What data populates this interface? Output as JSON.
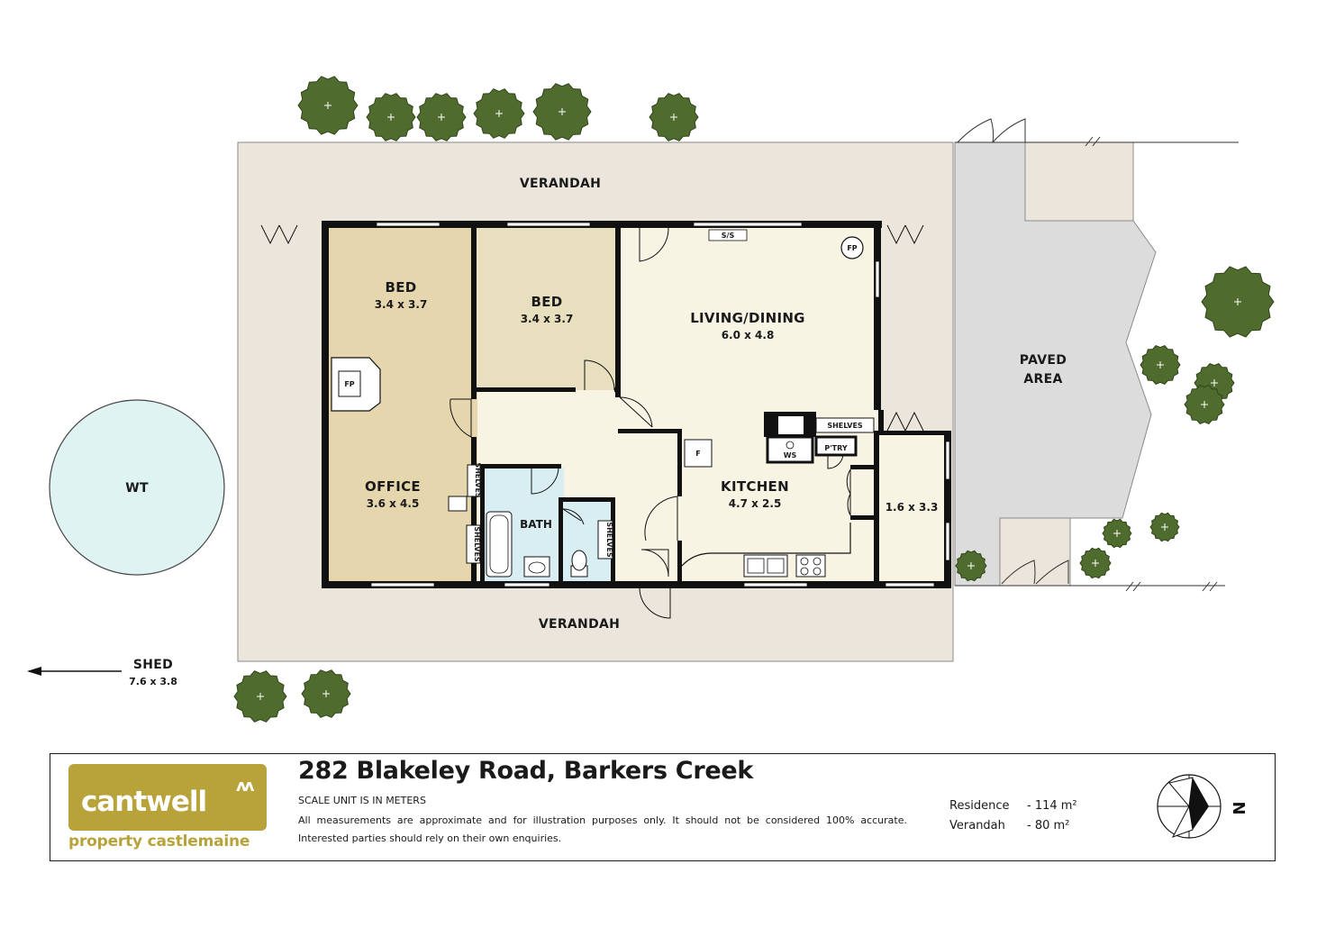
{
  "rooms": {
    "bed1": {
      "name": "BED",
      "dim": "3.4 x 3.7"
    },
    "bed2": {
      "name": "BED",
      "dim": "3.4 x 3.7"
    },
    "office": {
      "name": "OFFICE",
      "dim": "3.6 x 4.5"
    },
    "living": {
      "name": "LIVING/DINING",
      "dim": "6.0 x 4.8"
    },
    "kitchen": {
      "name": "KITCHEN",
      "dim": "4.7 x 2.5"
    },
    "bath": {
      "name": "BATH"
    },
    "laundry": {
      "dim": "1.6 x 3.3"
    }
  },
  "outdoor": {
    "verandah_top": "VERANDAH",
    "verandah_bottom": "VERANDAH",
    "paved_line1": "PAVED",
    "paved_line2": "AREA",
    "tank": "WT",
    "shed_name": "SHED",
    "shed_dim": "7.6 x 3.8"
  },
  "fixtures": {
    "fp_office": "FP",
    "fp_living": "FP",
    "ss": "S/S",
    "shelves_kitchen": "SHELVES",
    "ws": "WS",
    "pantry": "P'TRY",
    "fridge": "F",
    "shelves_hall": "SHELVES",
    "shelves_office": "SHELVES",
    "shelves_bath": "SHELVES"
  },
  "footer": {
    "logo_word": "cantwell",
    "logo_mark": "ʌʌ",
    "logo_sub": "property castlemaine",
    "address": "282 Blakeley Road, Barkers Creek",
    "scale_note": "SCALE UNIT IS IN METERS",
    "disclaimer": "All measurements are approximate and for illustration purposes only. It should not be considered 100% accurate. Interested parties should rely on their own enquiries.",
    "residence_label": "Residence",
    "residence_value": "- 114 m²",
    "verandah_label": "Verandah",
    "verandah_value": "- 80 m²",
    "north": "N"
  },
  "colors": {
    "verandah": "#ebe5dc",
    "paved": "#dcdcdc",
    "bedroom_tan": "#e8dfbe",
    "office_tan": "#e5d6ad",
    "living_cream": "#f8f4e4",
    "bath_blue": "#d9eef3",
    "tank_blue": "#dff3f3",
    "wall": "#111111",
    "tree": "#4f6b2e",
    "brand": "#b8a23a"
  }
}
